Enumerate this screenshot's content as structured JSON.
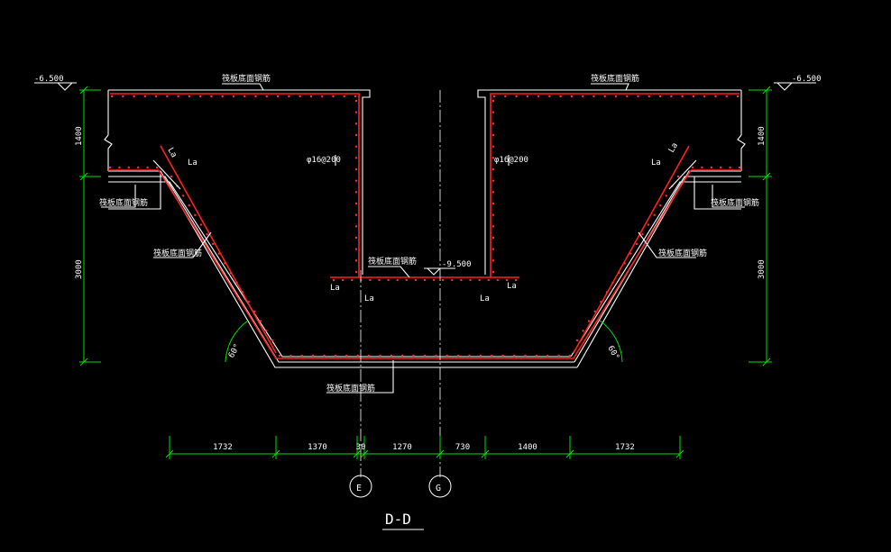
{
  "drawing": {
    "section_title": "D-D",
    "elevation_left": "-6.500",
    "elevation_right": "-6.500",
    "elevation_center": "-9.500",
    "dim_vertical_upper_left": "1400",
    "dim_vertical_lower_left": "3000",
    "dim_vertical_upper_right": "1400",
    "dim_vertical_lower_right": "3000",
    "angle_left": "60°",
    "angle_right": "60°",
    "lap_label": "La",
    "bar_label_left": "φ16@200",
    "bar_label_right": "φ16@200",
    "note_top_left": "筏板底面钢筋",
    "note_top_right": "筏板底面钢筋",
    "note_side_left": "筏板底面钢筋",
    "note_side_right": "筏板底面钢筋",
    "note_slope_left": "筏板底面钢筋",
    "note_slope_right": "筏板底面钢筋",
    "note_center": "筏板底面钢筋",
    "note_bottom": "筏板底面钢筋",
    "bottom_dimensions": [
      "1732",
      "1370",
      "30",
      "1270",
      "730",
      "1400",
      "1732"
    ],
    "axis_labels": [
      "E",
      "G"
    ],
    "colors": {
      "background": "#000000",
      "rebar": "#ff2020",
      "dimension": "#00e000",
      "outline": "#ffffff"
    }
  }
}
